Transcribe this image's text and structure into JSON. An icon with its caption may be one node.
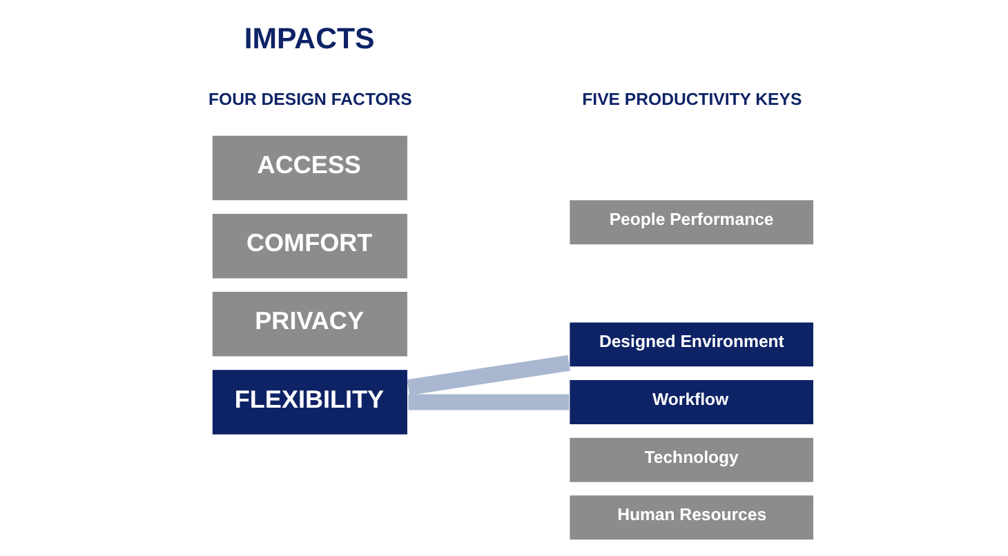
{
  "diagram": {
    "nodes": [
      {
        "text": [
          "ACCESS"
        ]
      },
      {
        "text": [
          "COMFORT"
        ]
      },
      {
        "text": [
          "PRIVACY"
        ]
      },
      {
        "text": [
          "FLEXIBILITY"
        ]
      },
      {
        "text": [
          "People Performance"
        ]
      },
      {
        "text": [
          "Designed Environment"
        ]
      },
      {
        "text": [
          "Workflow"
        ]
      },
      {
        "text": [
          "Technology"
        ]
      },
      {
        "text": [
          "Human Resources"
        ]
      }
    ],
    "edges": [
      {
        "from": 3,
        "to": 5,
        "arrow": "none"
      },
      {
        "from": 3,
        "to": 6,
        "arrow": "none"
      }
    ],
    "labels": [
      "FOUR DESIGN FACTORS",
      "FIVE PRODUCTIVITY KEYS",
      "IMPACTS"
    ]
  }
}
